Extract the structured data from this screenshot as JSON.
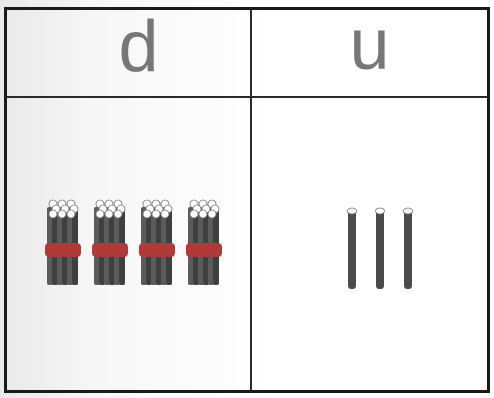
{
  "table": {
    "headers": {
      "tens": "d",
      "units": "u"
    }
  },
  "model": {
    "tens_bundles": 4,
    "unit_rods": 3,
    "bundle_band_color": "#b03a3a",
    "rod_color": "#4a4a4a",
    "header_text_color": "#777777"
  }
}
